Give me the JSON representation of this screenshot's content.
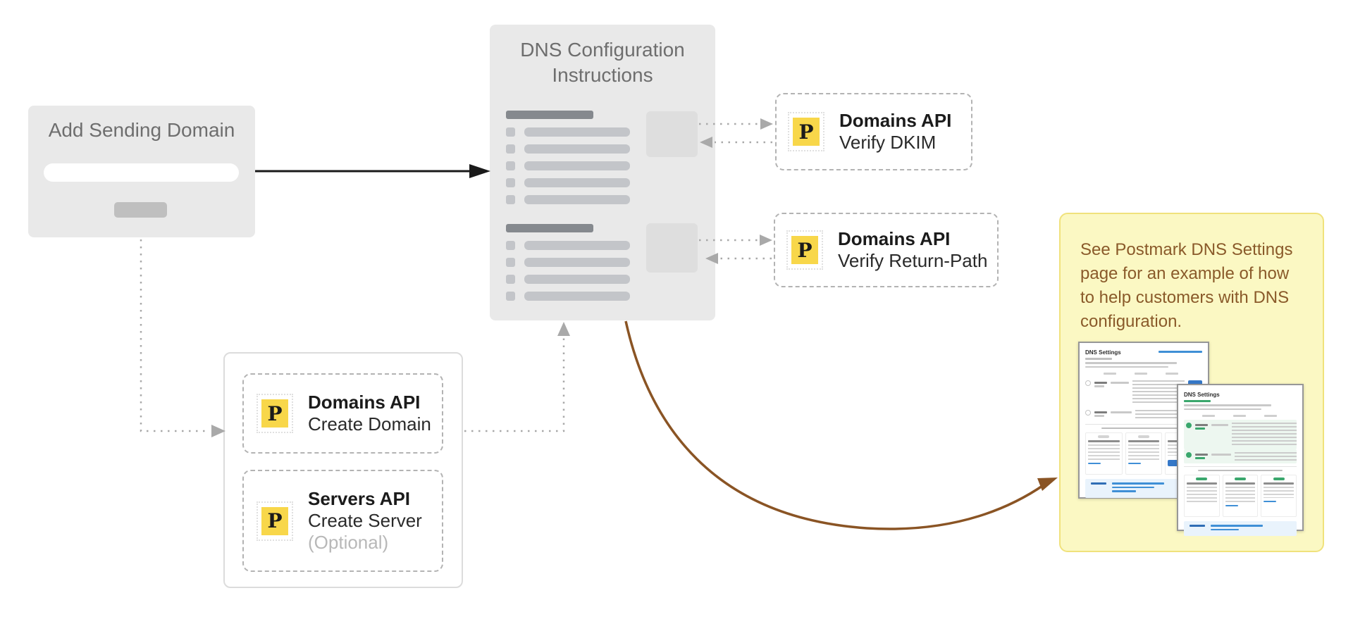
{
  "colors": {
    "box_bg": "#e9e9e9",
    "title_text": "#6e6e6e",
    "skeleton_dark": "#85898e",
    "skeleton_light": "#c3c5c9",
    "inner_square": "#dedede",
    "dashed_border": "#b3b3b3",
    "postmark_yellow": "#f8d74a",
    "note_bg": "#fbf8c3",
    "note_border": "#f0e27c",
    "note_text": "#8a5a2a",
    "brown_arrow": "#8a5424",
    "black_arrow": "#1a1a1a",
    "gray_arrow": "#a9a9a9",
    "optional_text": "#b8b8b8",
    "thumb_blue": "#3f8fd6",
    "thumb_green": "#3aa76d"
  },
  "add_domain": {
    "title": "Add Sending Domain",
    "input_value": ""
  },
  "dns_box": {
    "title_line1": "DNS Configuration",
    "title_line2": "Instructions",
    "sections": [
      {
        "rows": 5
      },
      {
        "rows": 4
      }
    ]
  },
  "postmark_icon": {
    "letter": "P"
  },
  "api_calls": {
    "verify_dkim": {
      "title": "Domains API",
      "subtitle": "Verify DKIM"
    },
    "verify_return_path": {
      "title": "Domains API",
      "subtitle": "Verify Return-Path"
    },
    "create_domain": {
      "title": "Domains API",
      "subtitle": "Create Domain"
    },
    "create_server": {
      "title": "Servers API",
      "subtitle": "Create Server",
      "note": "(Optional)"
    }
  },
  "note": {
    "text": "See Postmark DNS Settings page for an example of how to help customers with DNS configuration.",
    "lines": [
      "See Postmark DNS Settings",
      "page for an example of how",
      "to help customers with DNS",
      "configuration."
    ],
    "thumbnails": [
      {
        "title": "DNS Settings"
      },
      {
        "title": "DNS Settings"
      }
    ]
  }
}
